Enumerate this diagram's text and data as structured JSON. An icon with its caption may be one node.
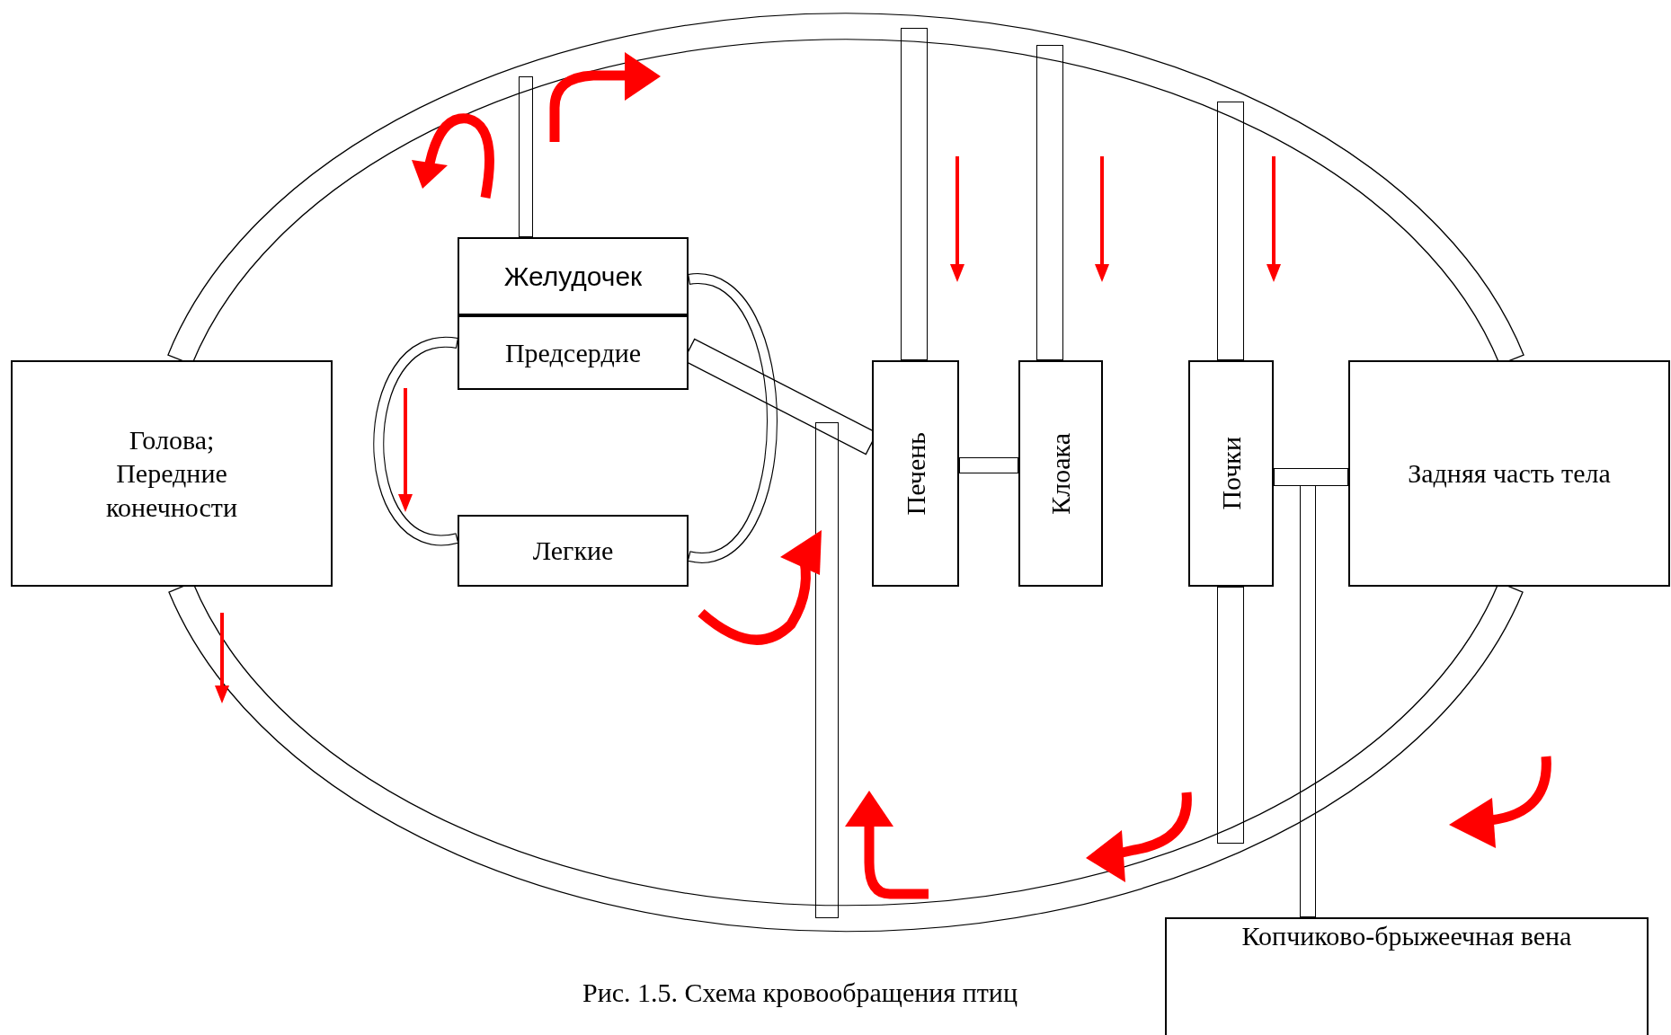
{
  "diagram": {
    "caption": "Рис. 1.5. Схема кровообращения птиц",
    "nodes": [
      {
        "text": [
          "Голова; Передние конечности"
        ]
      },
      {
        "text": [
          "Желудочек"
        ]
      },
      {
        "text": [
          "Предсердие"
        ]
      },
      {
        "text": [
          "Легкие"
        ]
      },
      {
        "text": [
          "Печень"
        ]
      },
      {
        "text": [
          "Клоака"
        ]
      },
      {
        "text": [
          "Почки"
        ]
      },
      {
        "text": [
          "Задняя часть тела"
        ]
      },
      {
        "text": [
          "Копчиково-брыжеечная вена"
        ]
      }
    ],
    "edges": [
      {
        "from": 0,
        "to": 7,
        "arrow": "none"
      },
      {
        "from": 7,
        "to": 0,
        "arrow": "none"
      },
      {
        "from": 1,
        "to": null,
        "arrow": "none"
      },
      {
        "from": 4,
        "to": null,
        "arrow": "none"
      },
      {
        "from": 5,
        "to": null,
        "arrow": "none"
      },
      {
        "from": 6,
        "to": null,
        "arrow": "none"
      },
      {
        "from": 6,
        "to": null,
        "arrow": "none"
      },
      {
        "from": 2,
        "to": 4,
        "arrow": "none"
      },
      {
        "from": 4,
        "to": 5,
        "arrow": "none"
      },
      {
        "from": 6,
        "to": 7,
        "arrow": "none"
      },
      {
        "from": 8,
        "to": null,
        "arrow": "none"
      },
      {
        "from": 2,
        "to": 3,
        "arrow": "none"
      },
      {
        "from": 1,
        "to": 3,
        "arrow": "none"
      }
    ]
  }
}
